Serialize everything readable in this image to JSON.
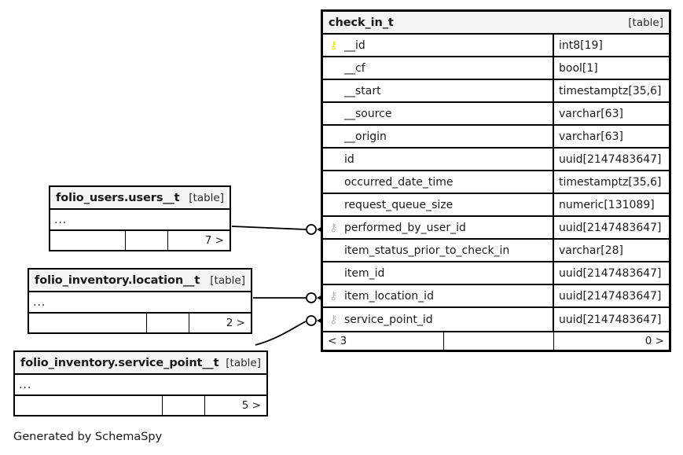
{
  "diagram": {
    "credit": "Generated by SchemaSpy",
    "table_kind_label": "[table]",
    "ellipsis": "...",
    "pk_icon": "key-icon-primary",
    "fk_icon": "key-icon-foreign",
    "colors": {
      "primary_key": "#e8e805",
      "foreign_key": "#b8b8b8",
      "header_bg": "#f4f4f4",
      "border": "#000000",
      "background": "#ffffff",
      "text": "#1a1a1a"
    }
  },
  "main_table": {
    "name": "check_in_t",
    "kind": "[table]",
    "columns": [
      {
        "key": "pk",
        "name": "__id",
        "type": "int8[19]"
      },
      {
        "key": "none",
        "name": "__cf",
        "type": "bool[1]"
      },
      {
        "key": "none",
        "name": "__start",
        "type": "timestamptz[35,6]"
      },
      {
        "key": "none",
        "name": "__source",
        "type": "varchar[63]"
      },
      {
        "key": "none",
        "name": "__origin",
        "type": "varchar[63]"
      },
      {
        "key": "none",
        "name": "id",
        "type": "uuid[2147483647]"
      },
      {
        "key": "none",
        "name": "occurred_date_time",
        "type": "timestamptz[35,6]"
      },
      {
        "key": "none",
        "name": "request_queue_size",
        "type": "numeric[131089]"
      },
      {
        "key": "fk",
        "name": "performed_by_user_id",
        "type": "uuid[2147483647]"
      },
      {
        "key": "none",
        "name": "item_status_prior_to_check_in",
        "type": "varchar[28]"
      },
      {
        "key": "none",
        "name": "item_id",
        "type": "uuid[2147483647]"
      },
      {
        "key": "fk",
        "name": "item_location_id",
        "type": "uuid[2147483647]"
      },
      {
        "key": "fk",
        "name": "service_point_id",
        "type": "uuid[2147483647]"
      }
    ],
    "footer": {
      "left": "< 3",
      "middle": "",
      "right": "0 >"
    }
  },
  "related_tables": [
    {
      "name": "folio_users.users__t",
      "kind": "[table]",
      "ellipsis": "...",
      "footer_right": "7 >"
    },
    {
      "name": "folio_inventory.location__t",
      "kind": "[table]",
      "ellipsis": "...",
      "footer_right": "2 >"
    },
    {
      "name": "folio_inventory.service_point__t",
      "kind": "[table]",
      "ellipsis": "...",
      "footer_right": "5 >"
    }
  ],
  "relationships": [
    {
      "from": "folio_users.users__t",
      "to": "check_in_t.performed_by_user_id"
    },
    {
      "from": "folio_inventory.location__t",
      "to": "check_in_t.item_location_id"
    },
    {
      "from": "folio_inventory.service_point__t",
      "to": "check_in_t.service_point_id"
    }
  ]
}
